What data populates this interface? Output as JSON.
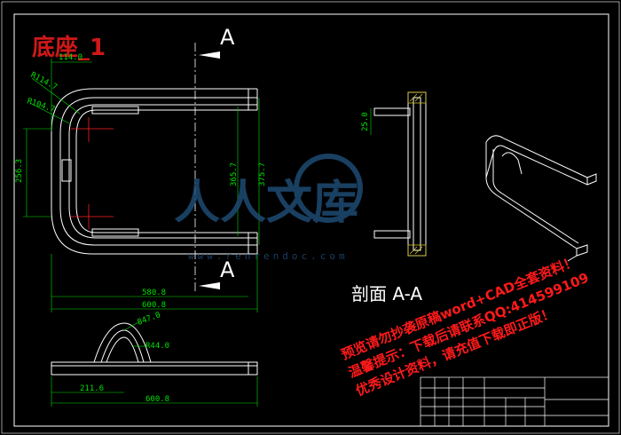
{
  "drawing_title": "底座_1",
  "section_label": "剖面 A-A",
  "section_marker": "A",
  "dimensions": {
    "top_width": "114.0",
    "outer_radius": "R114.7",
    "inner_radius": "R104.7",
    "height_left": "256.3",
    "height_mid": "365.7",
    "height_right": "375.7",
    "width_inner": "580.8",
    "width_outer": "600.8",
    "section_height": "25.0",
    "side_angle": "847.0",
    "side_radius": "R44.0",
    "side_offset": "211.6",
    "side_width": "600.8"
  },
  "watermark": {
    "cn": "人人文库",
    "url": "www.renrendoc.com"
  },
  "red_notice": {
    "line1": "预览请勿抄袭原稿word+CAD全套资料！",
    "line2": "温馨提示：下载后请联系QQ:414599109",
    "line3": "优秀设计资料，请充值下载即正版！"
  },
  "colors": {
    "background": "#000000",
    "line": "#ffffff",
    "dimension": "#00e000",
    "centerline": "#ff2020",
    "hatch": "#d4c020",
    "title": "#d01818"
  }
}
